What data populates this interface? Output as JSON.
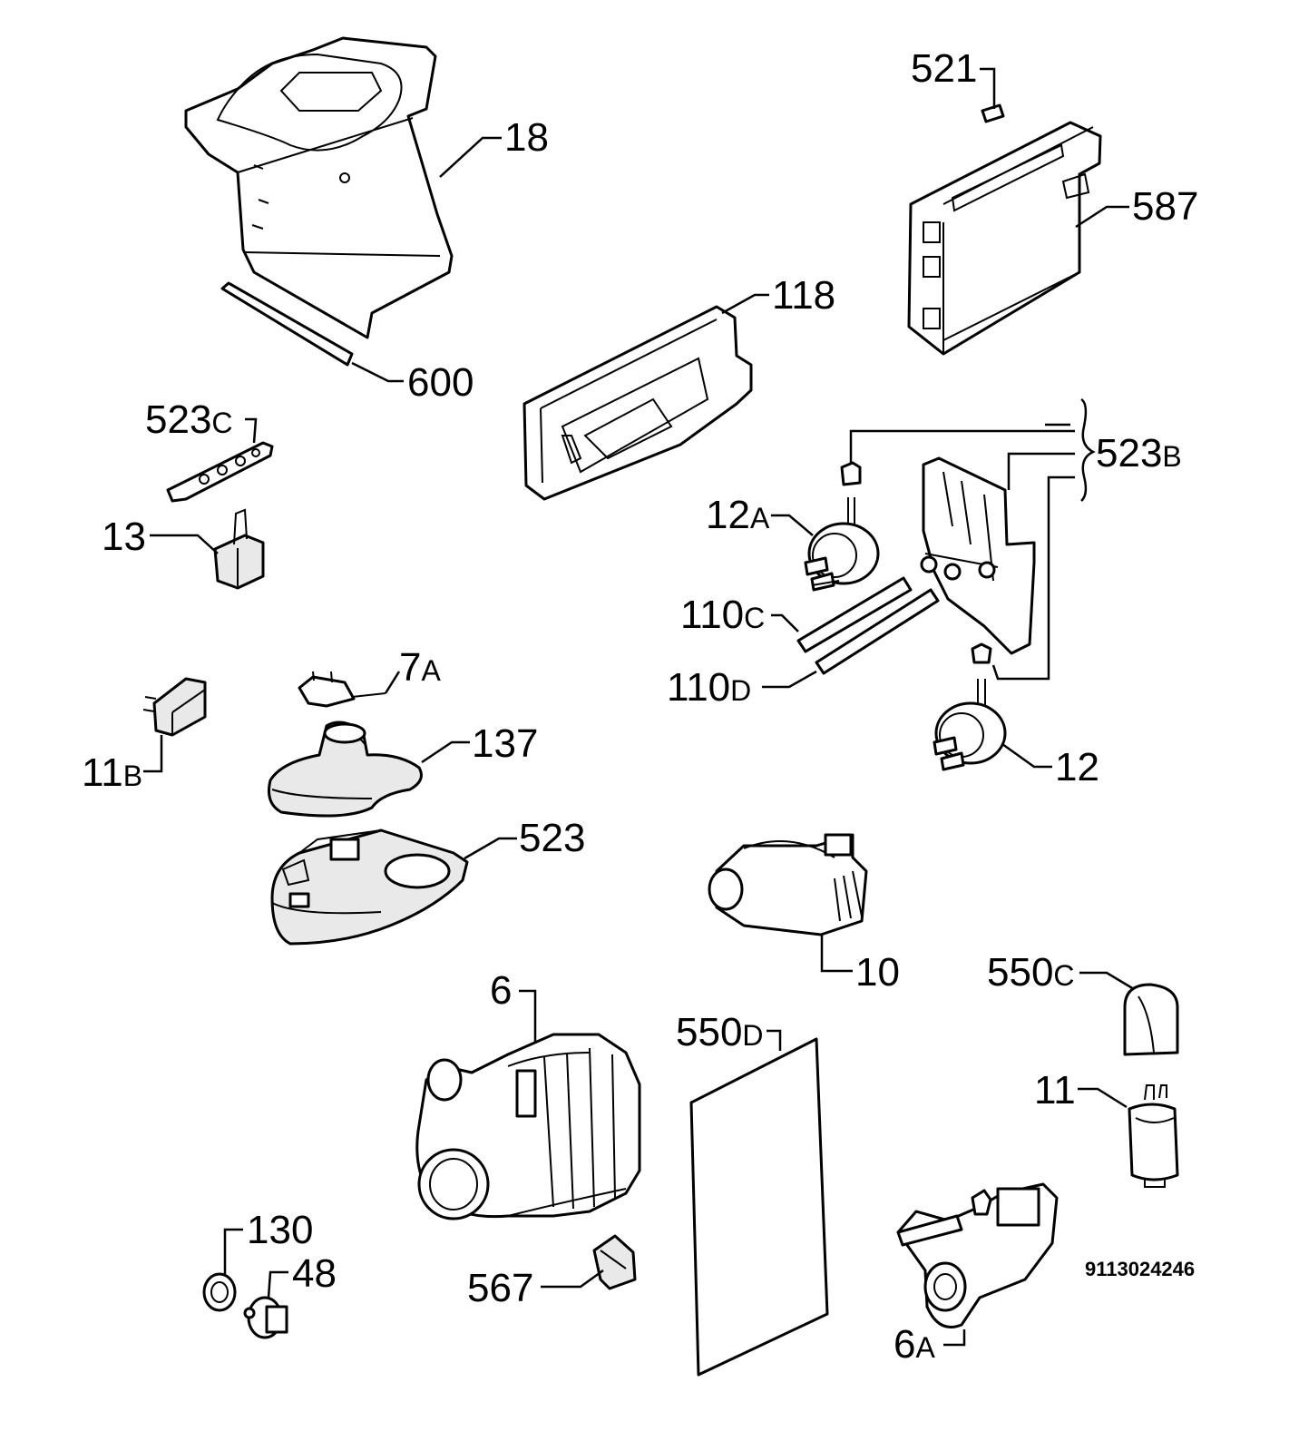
{
  "diagram_code": "9113024246",
  "parts": [
    {
      "id": "p18",
      "label": "18"
    },
    {
      "id": "p600",
      "label": "600"
    },
    {
      "id": "p521",
      "label": "521"
    },
    {
      "id": "p587",
      "label": "587"
    },
    {
      "id": "p118",
      "label": "118"
    },
    {
      "id": "p523c",
      "label": "523",
      "suffix": "C"
    },
    {
      "id": "p523b",
      "label": "523",
      "suffix": "B"
    },
    {
      "id": "p12a",
      "label": "12",
      "suffix": "A"
    },
    {
      "id": "p13",
      "label": "13"
    },
    {
      "id": "p110c",
      "label": "110",
      "suffix": "C"
    },
    {
      "id": "p110d",
      "label": "110",
      "suffix": "D"
    },
    {
      "id": "p7a",
      "label": "7",
      "suffix": "A"
    },
    {
      "id": "p11b",
      "label": "11",
      "suffix": "B"
    },
    {
      "id": "p137",
      "label": "137"
    },
    {
      "id": "p12",
      "label": "12"
    },
    {
      "id": "p523",
      "label": "523"
    },
    {
      "id": "p10",
      "label": "10"
    },
    {
      "id": "p550c",
      "label": "550",
      "suffix": "C"
    },
    {
      "id": "p6",
      "label": "6"
    },
    {
      "id": "p550d",
      "label": "550",
      "suffix": "D"
    },
    {
      "id": "p11",
      "label": "11"
    },
    {
      "id": "p130",
      "label": "130"
    },
    {
      "id": "p48",
      "label": "48"
    },
    {
      "id": "p567",
      "label": "567"
    },
    {
      "id": "p6a",
      "label": "6",
      "suffix": "A"
    }
  ]
}
